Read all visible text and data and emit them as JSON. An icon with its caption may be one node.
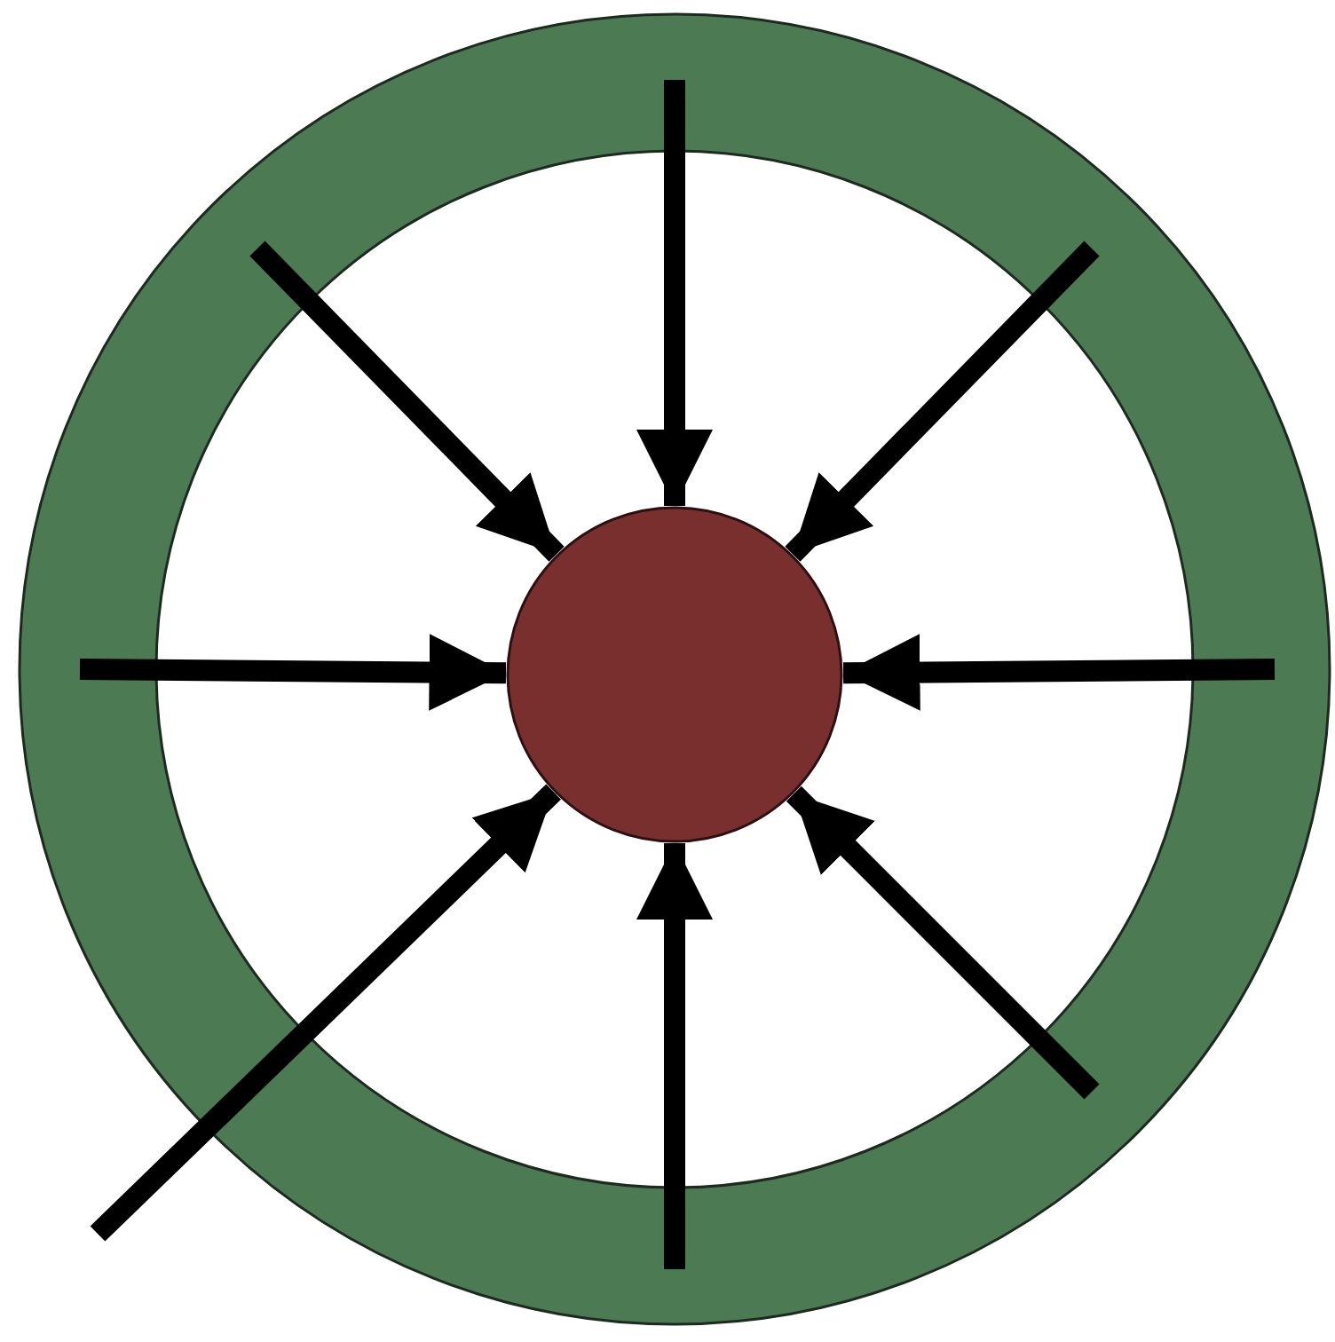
{
  "diagram": {
    "nodes": [
      {
        "text": [],
        "shape": "ring"
      },
      {
        "text": [],
        "shape": "circle",
        "in": 0
      }
    ],
    "edges": [
      {
        "from": null,
        "to": 1,
        "arrow": "to"
      },
      {
        "from": null,
        "to": 1,
        "arrow": "to"
      },
      {
        "from": null,
        "to": 1,
        "arrow": "to"
      },
      {
        "from": null,
        "to": 1,
        "arrow": "to"
      },
      {
        "from": null,
        "to": 1,
        "arrow": "to"
      },
      {
        "from": null,
        "to": 1,
        "arrow": "to"
      },
      {
        "from": null,
        "to": 1,
        "arrow": "to"
      },
      {
        "from": null,
        "to": 1,
        "arrow": "to"
      }
    ]
  }
}
